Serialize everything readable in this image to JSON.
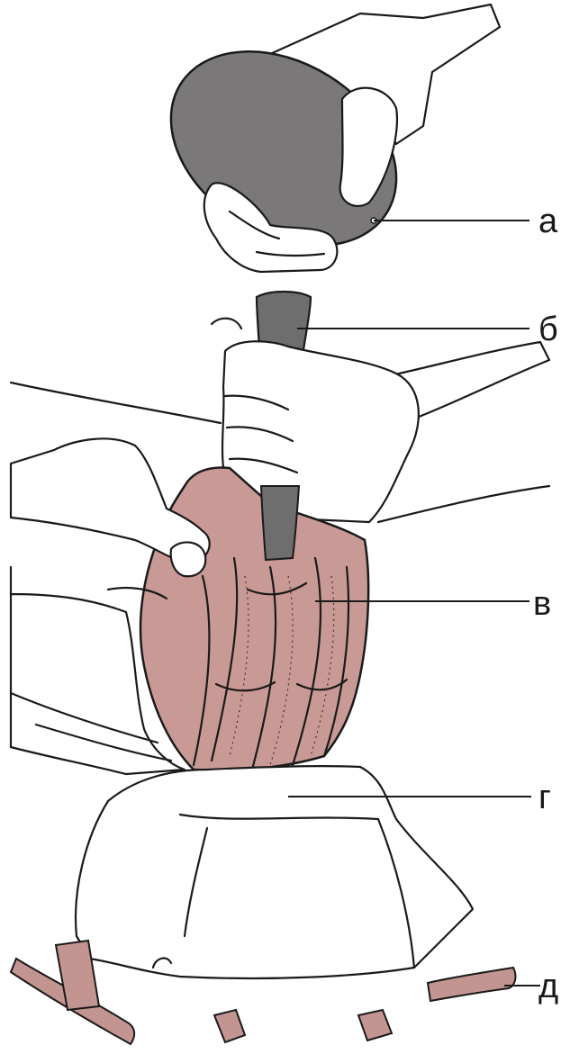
{
  "labels": {
    "a": "а",
    "b": "б",
    "v": "в",
    "g": "г",
    "d": "д"
  },
  "colors": {
    "hammerstone": "#7a7878",
    "punch": "#6f6e6e",
    "core": "#c99a95",
    "core_dark": "#b58580",
    "flake": "#c29590",
    "ink": "#1a1a1a",
    "paper": "#ffffff"
  }
}
